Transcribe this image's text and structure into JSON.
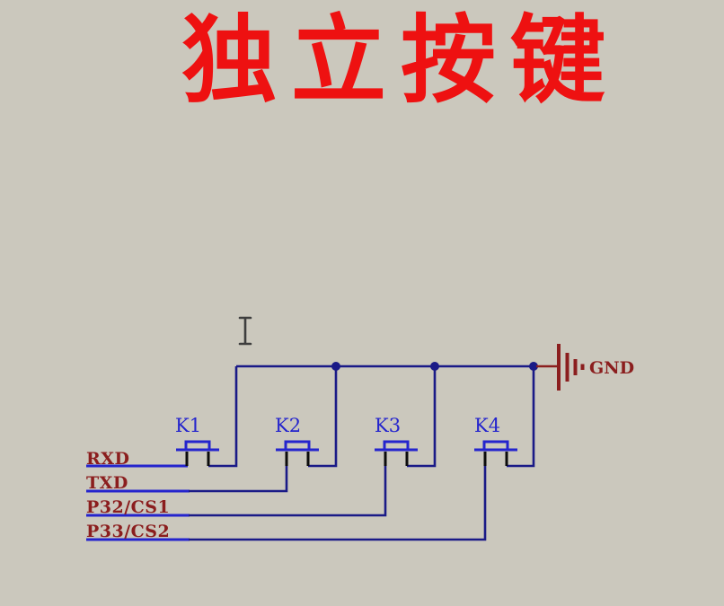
{
  "title": {
    "text": "独立按键"
  },
  "schematic": {
    "buttons": [
      {
        "label": "K1"
      },
      {
        "label": "K2"
      },
      {
        "label": "K3"
      },
      {
        "label": "K4"
      }
    ],
    "nets": [
      {
        "label": "RXD"
      },
      {
        "label": "TXD"
      },
      {
        "label": "P32/CS1"
      },
      {
        "label": "P33/CS2"
      }
    ],
    "ground": {
      "label": "GND"
    },
    "junction_count": 3,
    "icons": {
      "cursor": "text-ibeam-cursor-icon",
      "ground": "ground-symbol-icon"
    },
    "colors": {
      "bg": "#cbc8bd",
      "wire": "#2424cd",
      "navy": "#1a1a87",
      "pin": "#0c0c0c",
      "gnd": "#8b1e1e",
      "netlabel": "#8b1e1e",
      "red": "#ee1111",
      "cursor": "#3e3e3e"
    }
  }
}
